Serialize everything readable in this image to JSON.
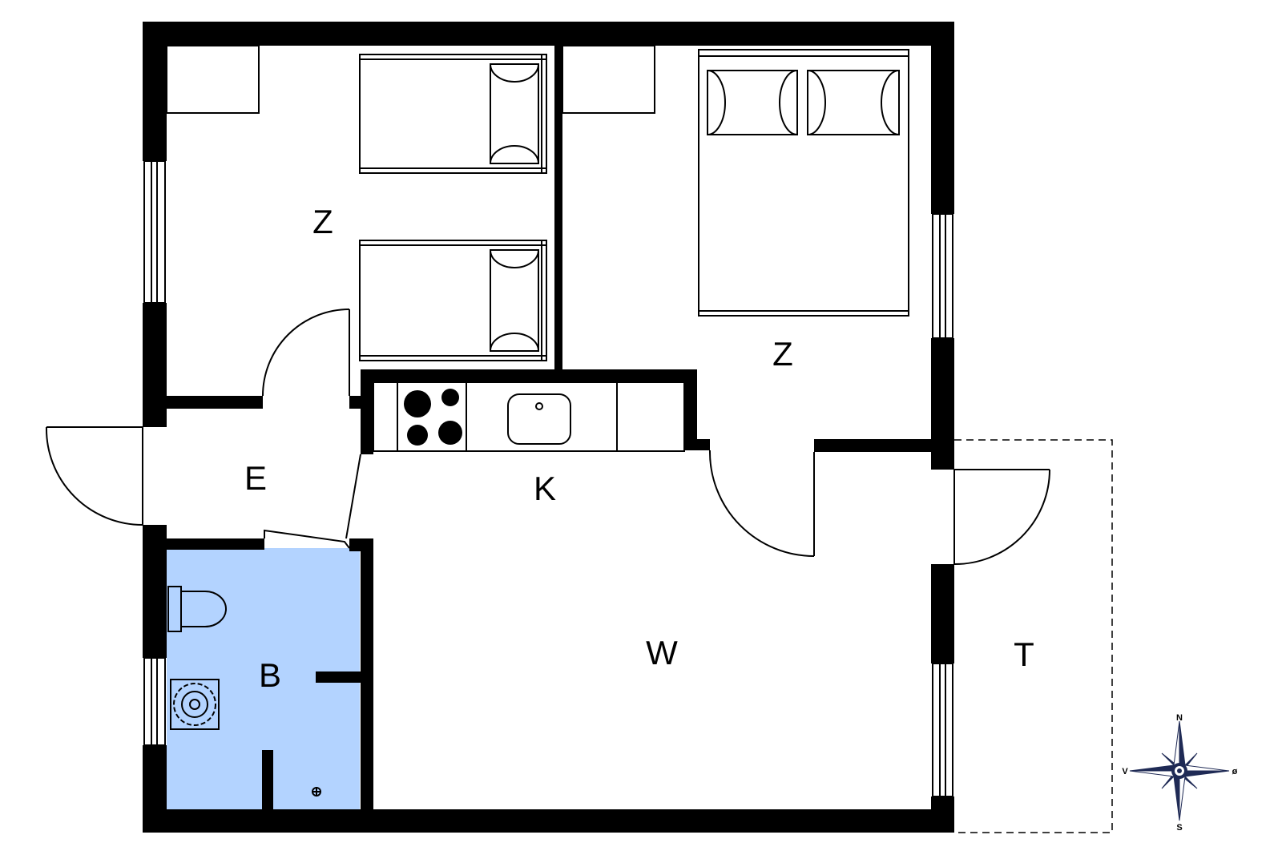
{
  "rooms": {
    "bedroom_left": "Z",
    "bedroom_right": "Z",
    "entrance": "E",
    "kitchen": "K",
    "bathroom": "B",
    "living": "W",
    "terrace": "T"
  },
  "compass": {
    "north": "N",
    "south": "S",
    "west": "V",
    "east": "ø"
  },
  "colors": {
    "wall": "#000000",
    "bathroom_fill": "#b3d3ff",
    "compass_dark": "#1f2a55",
    "compass_light": "#ffffff"
  }
}
